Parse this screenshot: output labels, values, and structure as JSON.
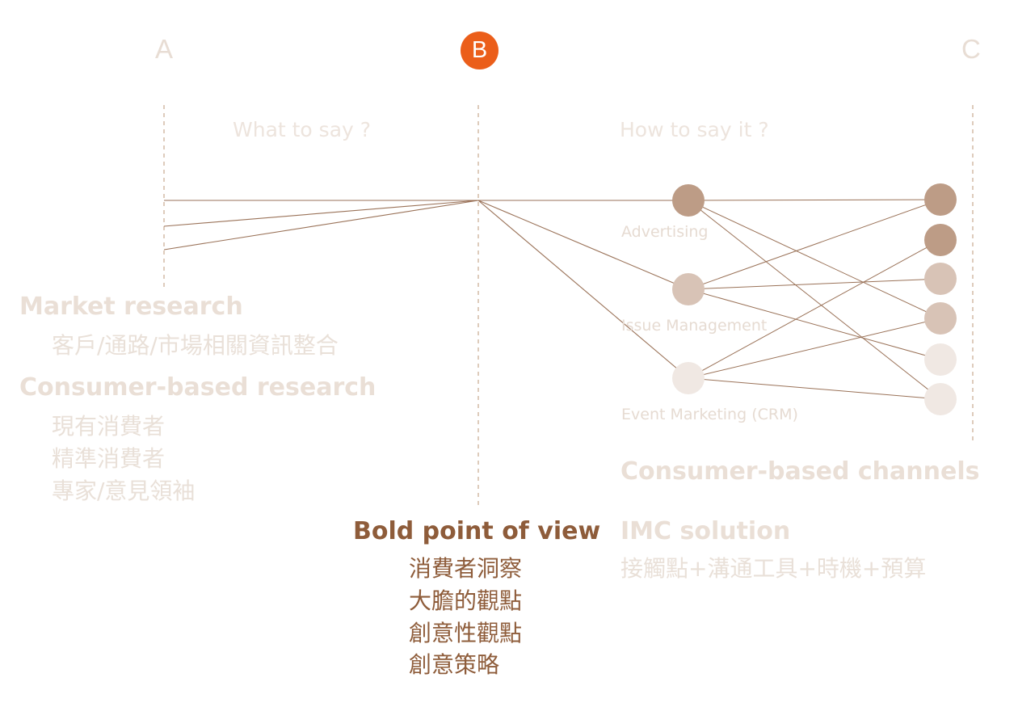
{
  "stages": {
    "a": "A",
    "b": "B",
    "c": "C"
  },
  "questions": {
    "what": "What to say ?",
    "how": "How to say it ?"
  },
  "channels": [
    "Advertising",
    "Issue Management",
    "Event Marketing (CRM)"
  ],
  "market_research": {
    "heading": "Market research",
    "items": [
      "客戶/通路/市場相關資訊整合"
    ]
  },
  "consumer_research": {
    "heading": "Consumer-based research",
    "items": [
      "現有消費者",
      "精準消費者",
      "專家/意見領袖"
    ]
  },
  "bold_point": {
    "heading": "Bold point of view",
    "items": [
      "消費者洞察",
      "大膽的觀點",
      "創意性觀點",
      "創意策略"
    ]
  },
  "consumer_channels": {
    "heading": "Consumer-based channels"
  },
  "imc": {
    "heading": "IMC solution",
    "items": [
      "接觸點+溝通工具+時機+預算"
    ]
  },
  "colors": {
    "accent": "#eb5e1a",
    "line": "#9a7258",
    "dashed": "#c9a98f",
    "node_dark": "#bd9c86",
    "node_mid": "#d8c3b6",
    "node_light": "#f0e8e3",
    "bold_text": "#8e5c3a",
    "faded_text": "#e8ddd4"
  }
}
